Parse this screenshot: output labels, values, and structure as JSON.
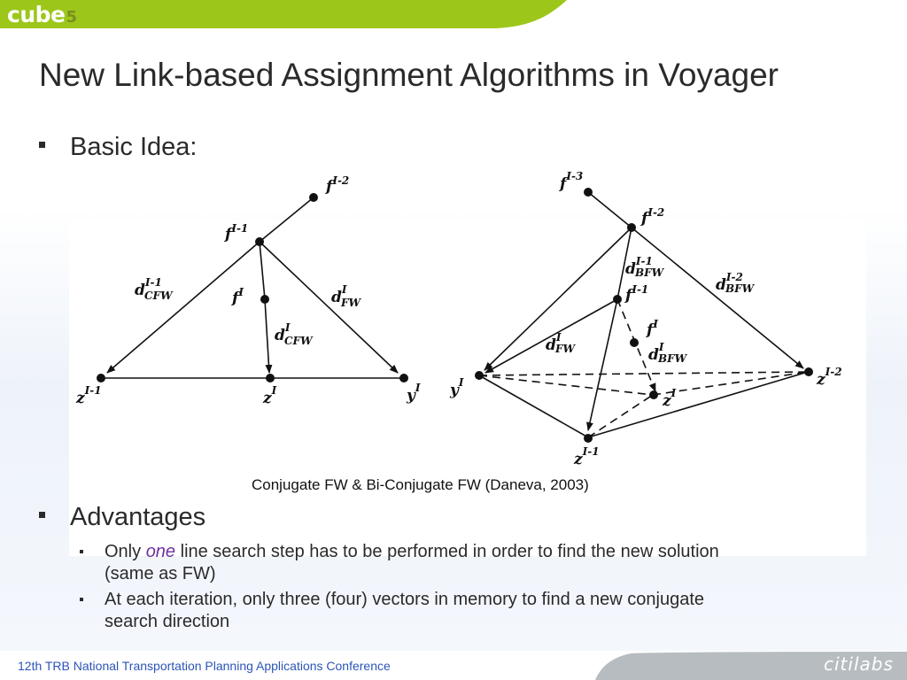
{
  "header": {
    "logo_text": "cube",
    "logo_version": "5"
  },
  "title": "New Link-based Assignment Algorithms in Voyager",
  "bullets": {
    "basic_idea": "Basic Idea:",
    "advantages": "Advantages",
    "sub_items": [
      {
        "pre": "Only ",
        "emphasis": "one",
        "post": " line search step has to be performed in order to find the new solution",
        "line2": "(same as FW)"
      },
      {
        "line1": "At each iteration, only three (four) vectors in memory to find a new conjugate",
        "line2": "search direction"
      }
    ]
  },
  "figure_caption": "Conjugate FW & Bi-Conjugate FW (Daneva, 2003)",
  "left_diagram": {
    "labels": {
      "f_i2": "f",
      "f_i2_sup": "I-2",
      "f_i1": "f",
      "f_i1_sup": "I-1",
      "f_i": "f",
      "f_i_sup": "I",
      "d_cfw_i1": "d",
      "d_cfw_i1_sup": "I-1",
      "d_cfw_i1_sub": "CFW",
      "d_fw_i": "d",
      "d_fw_i_sup": "I",
      "d_fw_i_sub": "FW",
      "d_cfw_i": "d",
      "d_cfw_i_sup": "I",
      "d_cfw_i_sub": "CFW",
      "z_i1": "z",
      "z_i1_sup": "I-1",
      "z_i": "z",
      "z_i_sup": "I",
      "y_i": "y",
      "y_i_sup": "I"
    }
  },
  "right_diagram": {
    "labels": {
      "f_i3": "f",
      "f_i3_sup": "I-3",
      "f_i2": "f",
      "f_i2_sup": "I-2",
      "d_bfw_i1": "d",
      "d_bfw_i1_sup": "I-1",
      "d_bfw_i1_sub": "BFW",
      "f_i1": "f",
      "f_i1_sup": "I-1",
      "d_bfw_i2": "d",
      "d_bfw_i2_sup": "I-2",
      "d_bfw_i2_sub": "BFW",
      "f_i": "f",
      "f_i_sup": "I",
      "d_fw_i": "d",
      "d_fw_i_sup": "I",
      "d_fw_i_sub": "FW",
      "d_bfw_i": "d",
      "d_bfw_i_sup": "I",
      "d_bfw_i_sub": "BFW",
      "y_i": "y",
      "y_i_sup": "I",
      "z_i": "z",
      "z_i_sup": "I",
      "z_i2": "z",
      "z_i2_sup": "I-2",
      "z_i1": "z",
      "z_i1_sup": "I-1"
    }
  },
  "footer": {
    "conference": "12th TRB National Transportation Planning Applications Conference",
    "brand": "citilabs"
  },
  "colors": {
    "green": "#9cc71a",
    "footer_blue": "#2c55b8",
    "emphasis": "#7030a0",
    "brand_grey": "#b7bcc1"
  }
}
